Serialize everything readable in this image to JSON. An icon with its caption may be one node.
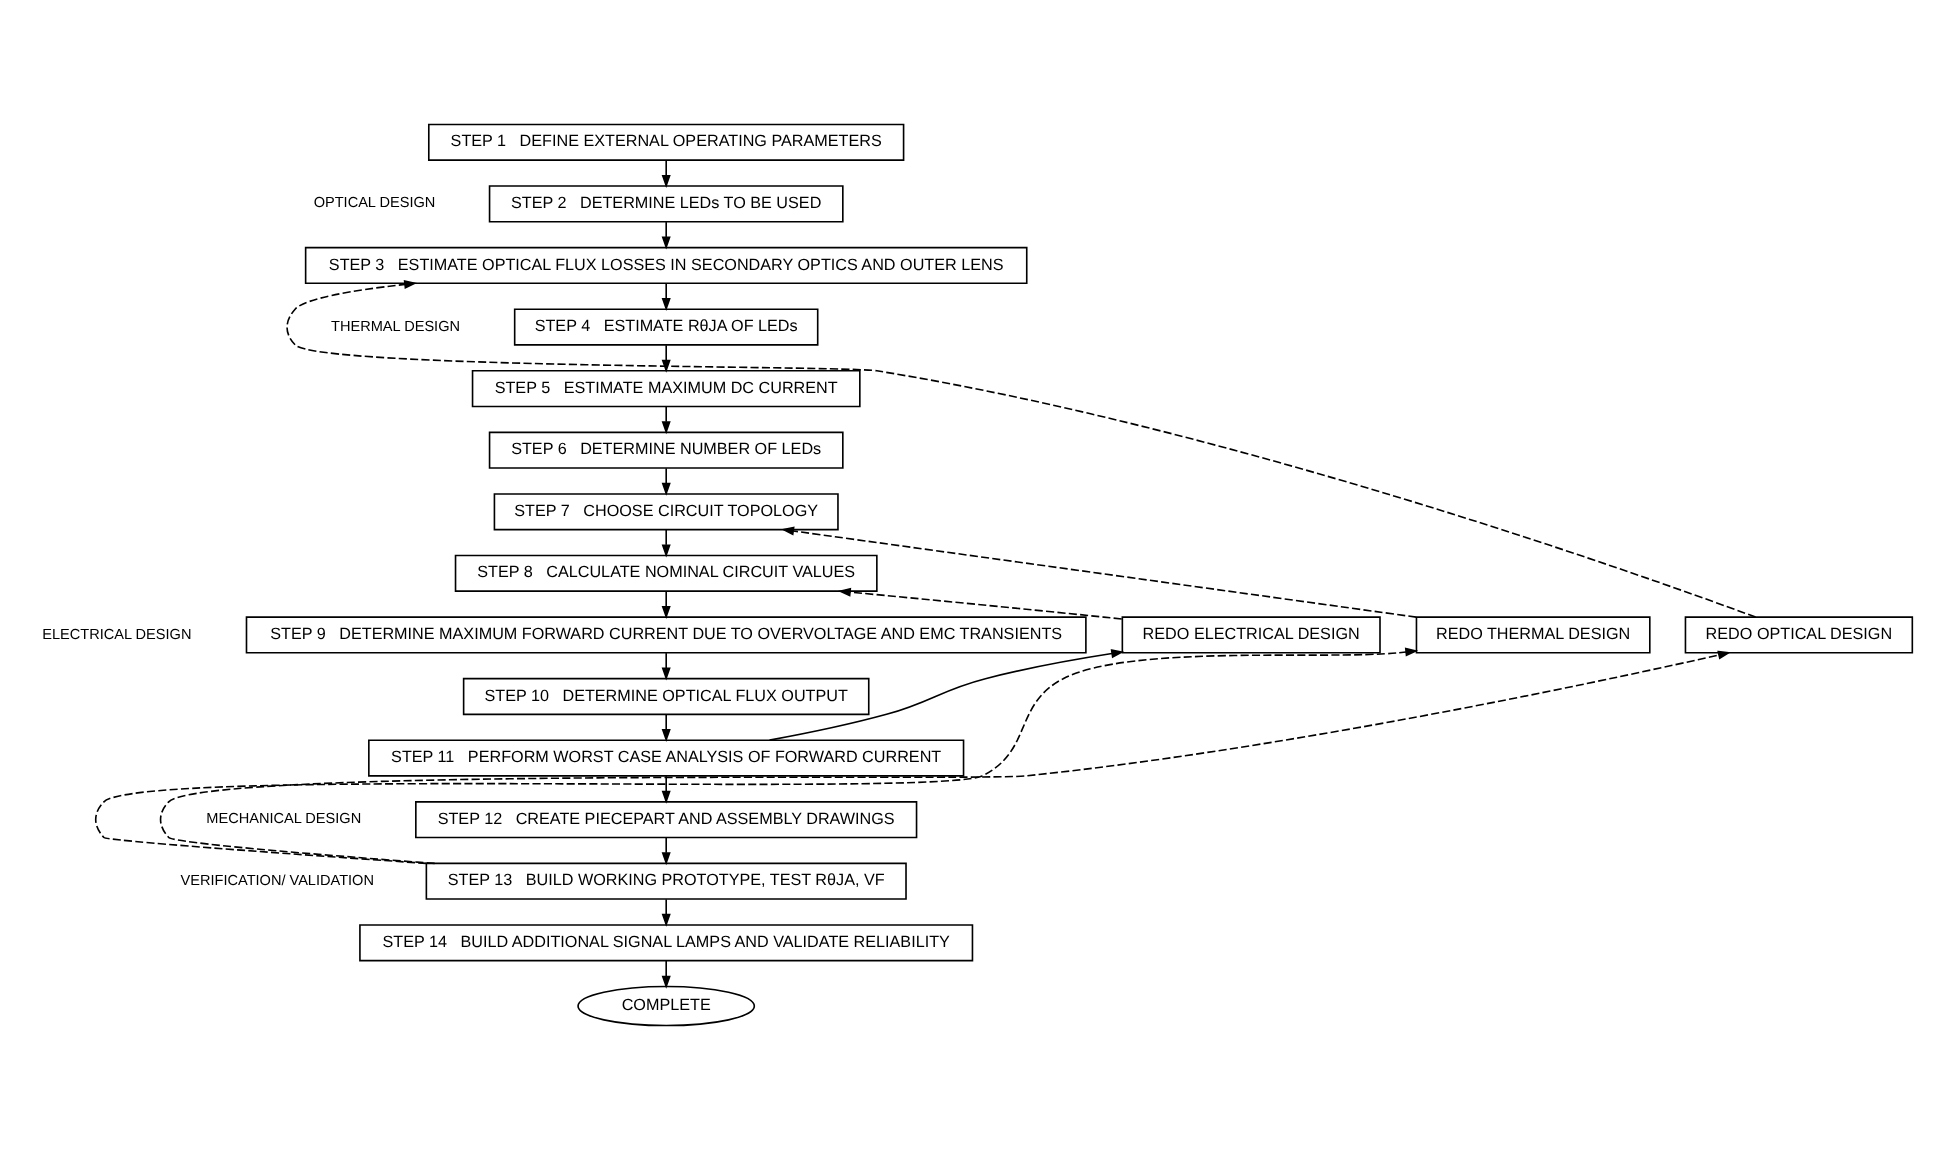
{
  "diagram": {
    "nodes": [
      {
        "text": [
          "STEP 1   DEFINE EXTERNAL OPERATING PARAMETERS"
        ]
      },
      {
        "text": [
          "STEP 2   DETERMINE LEDs TO BE USED"
        ]
      },
      {
        "text": [
          "STEP 3   ESTIMATE OPTICAL FLUX LOSSES IN SECONDARY OPTICS AND OUTER LENS"
        ]
      },
      {
        "text": [
          "STEP 4   ESTIMATE RθJA OF LEDs"
        ]
      },
      {
        "text": [
          "STEP 5   ESTIMATE MAXIMUM DC CURRENT"
        ]
      },
      {
        "text": [
          "STEP 6   DETERMINE NUMBER OF LEDs"
        ]
      },
      {
        "text": [
          "STEP 7   CHOOSE CIRCUIT TOPOLOGY"
        ]
      },
      {
        "text": [
          "STEP 8   CALCULATE NOMINAL CIRCUIT VALUES"
        ]
      },
      {
        "text": [
          "STEP 9   DETERMINE MAXIMUM FORWARD CURRENT DUE TO OVERVOLTAGE AND EMC TRANSIENTS"
        ]
      },
      {
        "text": [
          "STEP 10   DETERMINE OPTICAL FLUX OUTPUT"
        ]
      },
      {
        "text": [
          "STEP 11   PERFORM WORST CASE ANALYSIS OF FORWARD CURRENT"
        ]
      },
      {
        "text": [
          "STEP 12   CREATE PIECEPART AND ASSEMBLY DRAWINGS"
        ]
      },
      {
        "text": [
          "STEP 13   BUILD WORKING PROTOTYPE, TEST RθJA, VF"
        ]
      },
      {
        "text": [
          "STEP 14   BUILD ADDITIONAL SIGNAL LAMPS AND VALIDATE RELIABILITY"
        ]
      },
      {
        "text": [
          "COMPLETE"
        ]
      },
      {
        "text": [
          "REDO ELECTRICAL DESIGN"
        ]
      },
      {
        "text": [
          "REDO THERMAL DESIGN"
        ]
      },
      {
        "text": [
          "REDO OPTICAL DESIGN"
        ]
      }
    ],
    "edges": [
      {
        "from": 0,
        "to": 1,
        "arrow": "to"
      },
      {
        "from": 1,
        "to": 2,
        "arrow": "to"
      },
      {
        "from": 2,
        "to": 3,
        "arrow": "to"
      },
      {
        "from": 3,
        "to": 4,
        "arrow": "to"
      },
      {
        "from": 4,
        "to": 5,
        "arrow": "to"
      },
      {
        "from": 5,
        "to": 6,
        "arrow": "to"
      },
      {
        "from": 6,
        "to": 7,
        "arrow": "to"
      },
      {
        "from": 7,
        "to": 8,
        "arrow": "to"
      },
      {
        "from": 8,
        "to": 9,
        "arrow": "to"
      },
      {
        "from": 9,
        "to": 10,
        "arrow": "to"
      },
      {
        "from": 10,
        "to": 11,
        "arrow": "to"
      },
      {
        "from": 11,
        "to": 12,
        "arrow": "to"
      },
      {
        "from": 12,
        "to": 13,
        "arrow": "to"
      },
      {
        "from": 13,
        "to": 14,
        "arrow": "to"
      },
      {
        "from": 10,
        "to": 15,
        "arrow": "to"
      },
      {
        "from": 15,
        "to": 7,
        "arrow": "to",
        "style": "dashed"
      },
      {
        "from": 12,
        "to": 16,
        "arrow": "to",
        "style": "dashed"
      },
      {
        "from": 12,
        "to": 17,
        "arrow": "to",
        "style": "dashed"
      },
      {
        "from": 16,
        "to": 6,
        "arrow": "to",
        "style": "dashed"
      },
      {
        "from": 17,
        "to": 2,
        "arrow": "to",
        "style": "dashed"
      }
    ],
    "labels": [
      "OPTICAL DESIGN",
      "THERMAL DESIGN",
      "ELECTRICAL DESIGN",
      "MECHANICAL DESIGN",
      "VERIFICATION/ VALIDATION"
    ]
  }
}
